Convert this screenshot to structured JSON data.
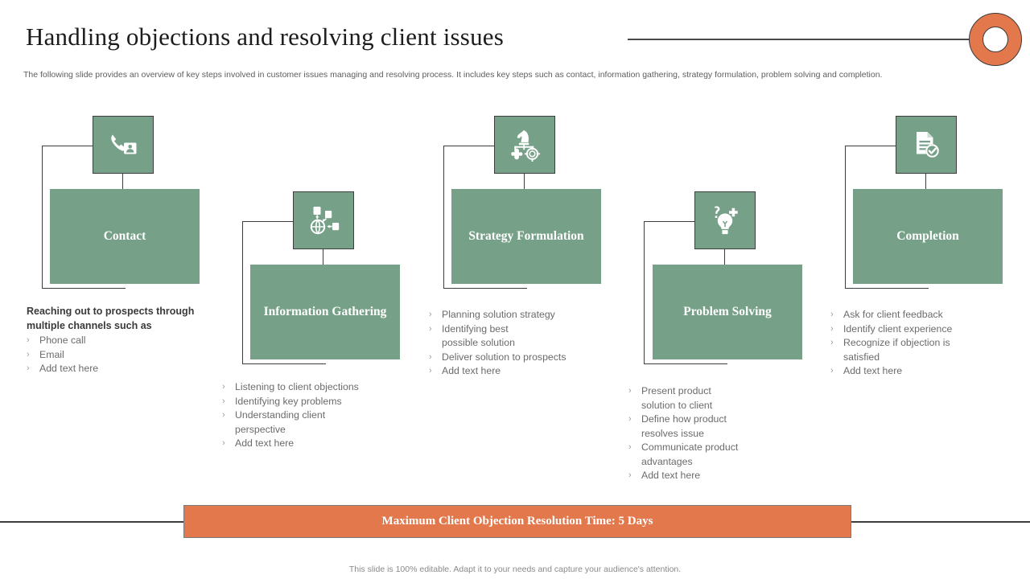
{
  "header": {
    "title": "Handling objections and resolving client issues",
    "subtitle": "The following slide provides an overview of key steps involved in customer issues managing and resolving process. It includes key steps such as  contact, information gathering, strategy formulation, problem solving and completion."
  },
  "colors": {
    "green": "#76a087",
    "orange": "#e2784b",
    "line": "#3d3d3d",
    "body_text": "#6b6b6b",
    "lead_text": "#3a3a3a"
  },
  "steps": [
    {
      "id": "contact",
      "label": "Contact",
      "icon": "phone-contact-icon",
      "lead": "Reaching out to prospects through multiple channels such as",
      "bullets": [
        "Phone call",
        "Email",
        "Add text here"
      ]
    },
    {
      "id": "information-gathering",
      "label": "Information Gathering",
      "icon": "network-data-icon",
      "lead": "",
      "bullets": [
        "Listening to  client objections",
        "Identifying  key problems",
        "Understanding client perspective",
        "Add text here"
      ]
    },
    {
      "id": "strategy-formulation",
      "label": "Strategy Formulation",
      "icon": "chess-knight-strategy-icon",
      "lead": "",
      "bullets": [
        "Planning solution strategy",
        "Identifying  best possible solution",
        "Deliver solution to prospects",
        "Add text here"
      ]
    },
    {
      "id": "problem-solving",
      "label": "Problem Solving",
      "icon": "lightbulb-question-icon",
      "lead": "",
      "bullets": [
        "Present product solution to client",
        "Define how product resolves issue",
        "Communicate product advantages",
        "Add text here"
      ]
    },
    {
      "id": "completion",
      "label": "Completion",
      "icon": "document-check-icon",
      "lead": "",
      "bullets": [
        "Ask for client feedback",
        "Identify  client experience",
        "Recognize if objection is satisfied",
        "Add text here"
      ]
    }
  ],
  "banner": {
    "text": "Maximum Client Objection Resolution Time: 5 Days"
  },
  "footnote": {
    "text": "This slide is 100% editable. Adapt it to your needs and capture your audience's attention."
  },
  "bullet_glyph": "›"
}
